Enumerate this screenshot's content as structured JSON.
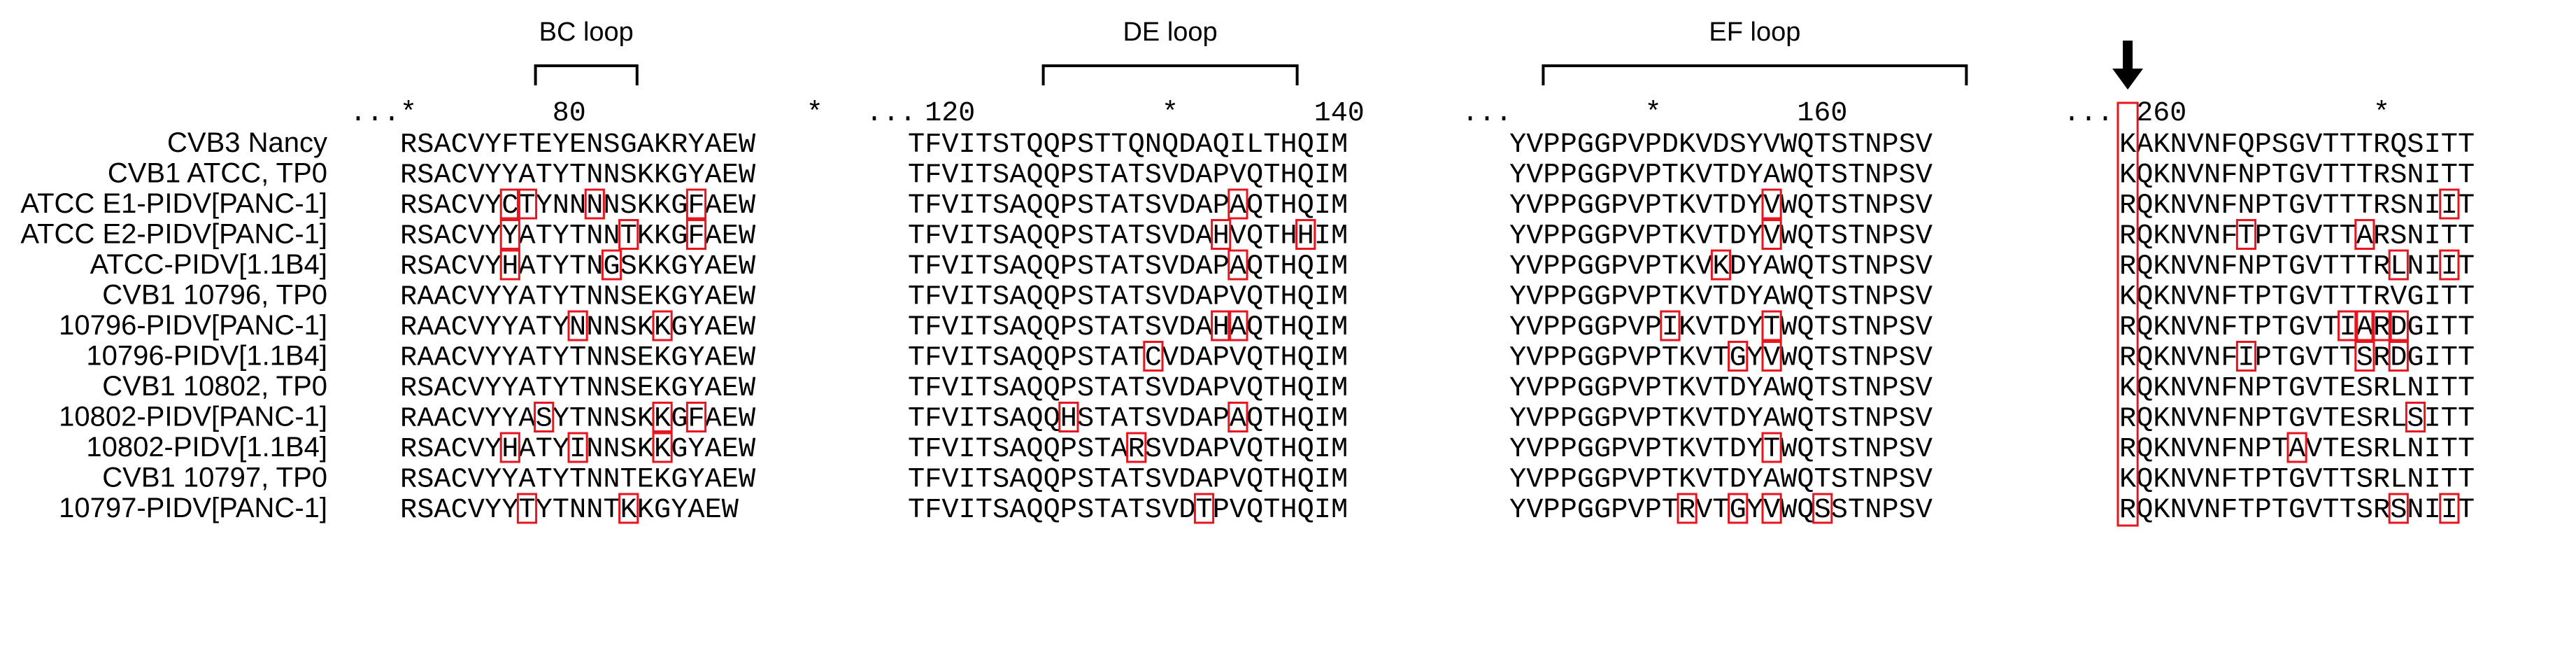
{
  "loops": [
    {
      "name": "BC loop",
      "block": 0,
      "from": 8,
      "to": 13
    },
    {
      "name": "DE loop",
      "block": 1,
      "from": 8,
      "to": 22
    },
    {
      "name": "EF loop",
      "block": 2,
      "from": 2,
      "to": 26
    }
  ],
  "ellipsis": "...",
  "ruler": [
    {
      "block": 0,
      "star_cols": [
        0,
        24
      ],
      "numbers": [
        {
          "text": "80",
          "col": 9
        }
      ]
    },
    {
      "block": 1,
      "star_cols": [
        15
      ],
      "numbers": [
        {
          "text": "120",
          "col": 1
        },
        {
          "text": "140",
          "col": 24
        }
      ]
    },
    {
      "block": 2,
      "star_cols": [
        8
      ],
      "numbers": [
        {
          "text": "160",
          "col": 17
        }
      ]
    },
    {
      "block": 3,
      "star_cols": [
        15
      ],
      "numbers": [
        {
          "text": "260",
          "col": 1
        }
      ]
    }
  ],
  "arrow_block": 3,
  "arrow_col": 0,
  "sequences": [
    {
      "label": "CVB3 Nancy",
      "blocks": [
        "RSACVYFTEYENSGAKRYAEW",
        "TFVITSTQQPSTTQNQDAQILTHQIM",
        "YVPPGGPVPDKVDSYVWQTSTNPSV",
        "KAKNVNFQPSGVTTTRQSITT"
      ],
      "highlights": [
        [],
        [],
        [],
        [
          0
        ]
      ]
    },
    {
      "label": "CVB1 ATCC, TP0",
      "blocks": [
        "RSACVYYATYTNNSKKGYAEW",
        "TFVITSAQQPSTATSVDAPVQTHQIM",
        "YVPPGGPVPTKVTDYAWQTSTNPSV",
        "KQKNVNFNPTGVTTTRSNITT"
      ],
      "highlights": [
        [],
        [],
        [],
        [
          0
        ]
      ]
    },
    {
      "label": "ATCC E1-PIDV[PANC-1]",
      "blocks": [
        "RSACVYCTYNNNNSKKGFAEW",
        "TFVITSAQQPSTATSVDAPAQTHQIM",
        "YVPPGGPVPTKVTDYVWQTSTNPSV",
        "RQKNVNFNPTGVTTTRSNIIT"
      ],
      "highlights": [
        [
          6,
          7,
          11,
          17
        ],
        [
          19
        ],
        [
          15
        ],
        [
          0,
          19
        ]
      ]
    },
    {
      "label": "ATCC E2-PIDV[PANC-1]",
      "blocks": [
        "RSACVYYATYTNNTKKGFAEW",
        "TFVITSAQQPSTATSVDAHVQTHHIM",
        "YVPPGGPVPTKVTDYVWQTSTNPSV",
        "RQKNVNFTPTGVTTARSNITT"
      ],
      "highlights": [
        [
          6,
          13,
          17
        ],
        [
          18,
          23
        ],
        [
          15
        ],
        [
          0,
          7,
          14
        ]
      ]
    },
    {
      "label": "ATCC-PIDV[1.1B4]",
      "blocks": [
        "RSACVYHATYTNGSKKGYAEW",
        "TFVITSAQQPSTATSVDAPAQTHQIM",
        "YVPPGGPVPTKVKDYAWQTSTNPSV",
        "RQKNVNFNPTGVTTTRLNIIT"
      ],
      "highlights": [
        [
          6,
          12
        ],
        [
          19
        ],
        [
          12
        ],
        [
          0,
          16,
          19
        ]
      ]
    },
    {
      "label": "CVB1 10796, TP0",
      "blocks": [
        "RAACVYYATYTNNSEKGYAEW",
        "TFVITSAQQPSTATSVDAPVQTHQIM",
        "YVPPGGPVPTKVTDYAWQTSTNPSV",
        "KQKNVNFTPTGVTTTRVGITT"
      ],
      "highlights": [
        [],
        [],
        [],
        [
          0
        ]
      ]
    },
    {
      "label": "10796-PIDV[PANC-1]",
      "blocks": [
        "RAACVYYATYNNNSKKGYAEW",
        "TFVITSAQQPSTATSVDAHAQTHQIM",
        "YVPPGGPVPIKVTDYTWQTSTNPSV",
        "RQKNVNFTPTGVTIARDGITT"
      ],
      "highlights": [
        [
          10,
          15
        ],
        [
          18,
          19
        ],
        [
          9,
          15
        ],
        [
          0,
          13,
          14,
          15,
          16
        ]
      ]
    },
    {
      "label": "10796-PIDV[1.1B4]",
      "blocks": [
        "RAACVYYATYTNNSEKGYAEW",
        "TFVITSAQQPSTATCVDAPVQTHQIM",
        "YVPPGGPVPTKVTGYVWQTSTNPSV",
        "RQKNVNFIPTGVTTSRDGITT"
      ],
      "highlights": [
        [],
        [
          14
        ],
        [
          13,
          15
        ],
        [
          0,
          7,
          14,
          16
        ]
      ]
    },
    {
      "label": "CVB1 10802, TP0",
      "blocks": [
        "RSACVYYATYTNNSEKGYAEW",
        "TFVITSAQQPSTATSVDAPVQTHQIM",
        "YVPPGGPVPTKVTDYAWQTSTNPSV",
        "KQKNVNFNPTGVTESRLNITT"
      ],
      "highlights": [
        [],
        [],
        [],
        [
          0
        ]
      ]
    },
    {
      "label": "10802-PIDV[PANC-1]",
      "blocks": [
        "RAACVYYASYTNNSKKGFAEW",
        "TFVITSAQQHSTATSVDAPAQTHQIM",
        "YVPPGGPVPTKVTDYAWQTSTNPSV",
        "RQKNVNFNPTGVTESRLSITT"
      ],
      "highlights": [
        [
          8,
          15,
          17
        ],
        [
          9,
          19
        ],
        [],
        [
          0,
          17
        ]
      ]
    },
    {
      "label": "10802-PIDV[1.1B4]",
      "blocks": [
        "RSACVYHATYINNSKKGYAEW",
        "TFVITSAQQPSTARSVDAPVQTHQIM",
        "YVPPGGPVPTKVTDYTWQTSTNPSV",
        "RQKNVNFNPTAVTESRLNITT"
      ],
      "highlights": [
        [
          6,
          10,
          15
        ],
        [
          13
        ],
        [
          15
        ],
        [
          0,
          10
        ]
      ]
    },
    {
      "label": "CVB1 10797, TP0",
      "blocks": [
        "RSACVYYATYTNNTEKGYAEW",
        "TFVITSAQQPSTATSVDAPVQTHQIM",
        "YVPPGGPVPTKVTDYAWQTSTNPSV",
        "KQKNVNFTPTGVTTSRLNITT"
      ],
      "highlights": [
        [],
        [],
        [],
        [
          0
        ]
      ]
    },
    {
      "label": "10797-PIDV[PANC-1]",
      "blocks": [
        "RSACVYYTYTNNTKKGYAEW",
        "TFVITSAQQPSTATSVDTPVQTHQIM",
        "YVPPGGPVPTRVTGYVWQSSTNPSV",
        "RQKNVNFTPTGVTTSRSNIIT"
      ],
      "highlights": [
        [
          7,
          13
        ],
        [
          17
        ],
        [
          10,
          13,
          15,
          18
        ],
        [
          0,
          16,
          19
        ]
      ]
    }
  ],
  "colors": {
    "highlight": "#e8141e",
    "text": "#000000",
    "background": "#ffffff"
  }
}
